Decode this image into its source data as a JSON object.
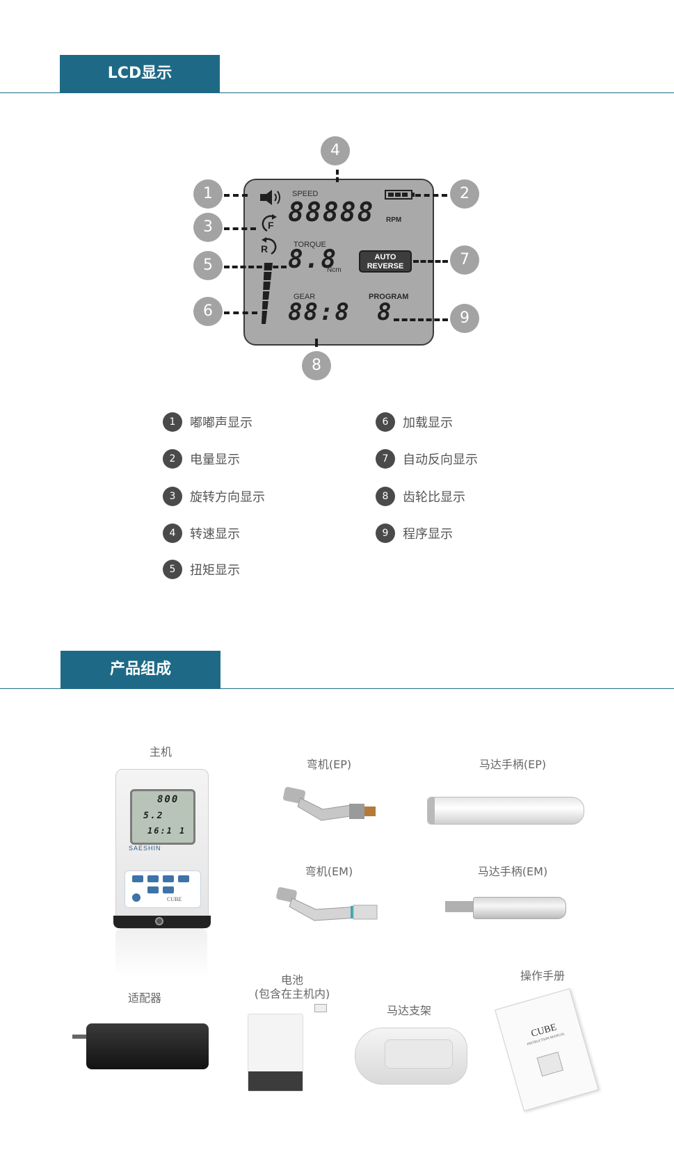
{
  "sections": {
    "lcd_title": "LCD显示",
    "components_title": "产品组成"
  },
  "lcd": {
    "callouts": [
      "1",
      "2",
      "3",
      "4",
      "5",
      "6",
      "7",
      "8",
      "9"
    ],
    "speed_label": "SPEED",
    "speed_digits": "88888",
    "rpm_label": "RPM",
    "torque_label": "TORQUE",
    "torque_digits": "8.8",
    "ncm_label": "Ncm",
    "gear_label": "GEAR",
    "gear_digits": "88:8",
    "program_label": "PROGRAM",
    "program_digit": "8",
    "auto_label": "AUTO",
    "reverse_label": "REVERSE",
    "forward_glyph": "F",
    "reverse_glyph": "R",
    "icons": [
      "speaker-icon",
      "battery-icon",
      "forward-rotation-icon",
      "reverse-rotation-icon",
      "load-bar-icon"
    ]
  },
  "legend": [
    {
      "num": "1",
      "text": "嘟嘟声显示"
    },
    {
      "num": "2",
      "text": "电量显示"
    },
    {
      "num": "3",
      "text": "旋转方向显示"
    },
    {
      "num": "4",
      "text": "转速显示"
    },
    {
      "num": "5",
      "text": "扭矩显示"
    },
    {
      "num": "6",
      "text": "加载显示"
    },
    {
      "num": "7",
      "text": "自动反向显示"
    },
    {
      "num": "8",
      "text": "齿轮比显示"
    },
    {
      "num": "9",
      "text": "程序显示"
    }
  ],
  "products": {
    "main_unit": "主机",
    "contra_ep": "弯机(EP)",
    "motor_ep": "马达手柄(EP)",
    "contra_em": "弯机(EM)",
    "motor_em": "马达手柄(EM)",
    "adapter": "适配器",
    "battery_line1": "电池",
    "battery_line2": "(包含在主机内)",
    "motor_stand": "马达支架",
    "manual": "操作手册"
  },
  "device_screen": {
    "speed": "800",
    "torque": "5.2",
    "gear": "16:1",
    "program": "1",
    "brand": "SAESHIN",
    "product_name": "CUBE",
    "manual_subtitle": "INSTRUCTION MANUAL"
  }
}
